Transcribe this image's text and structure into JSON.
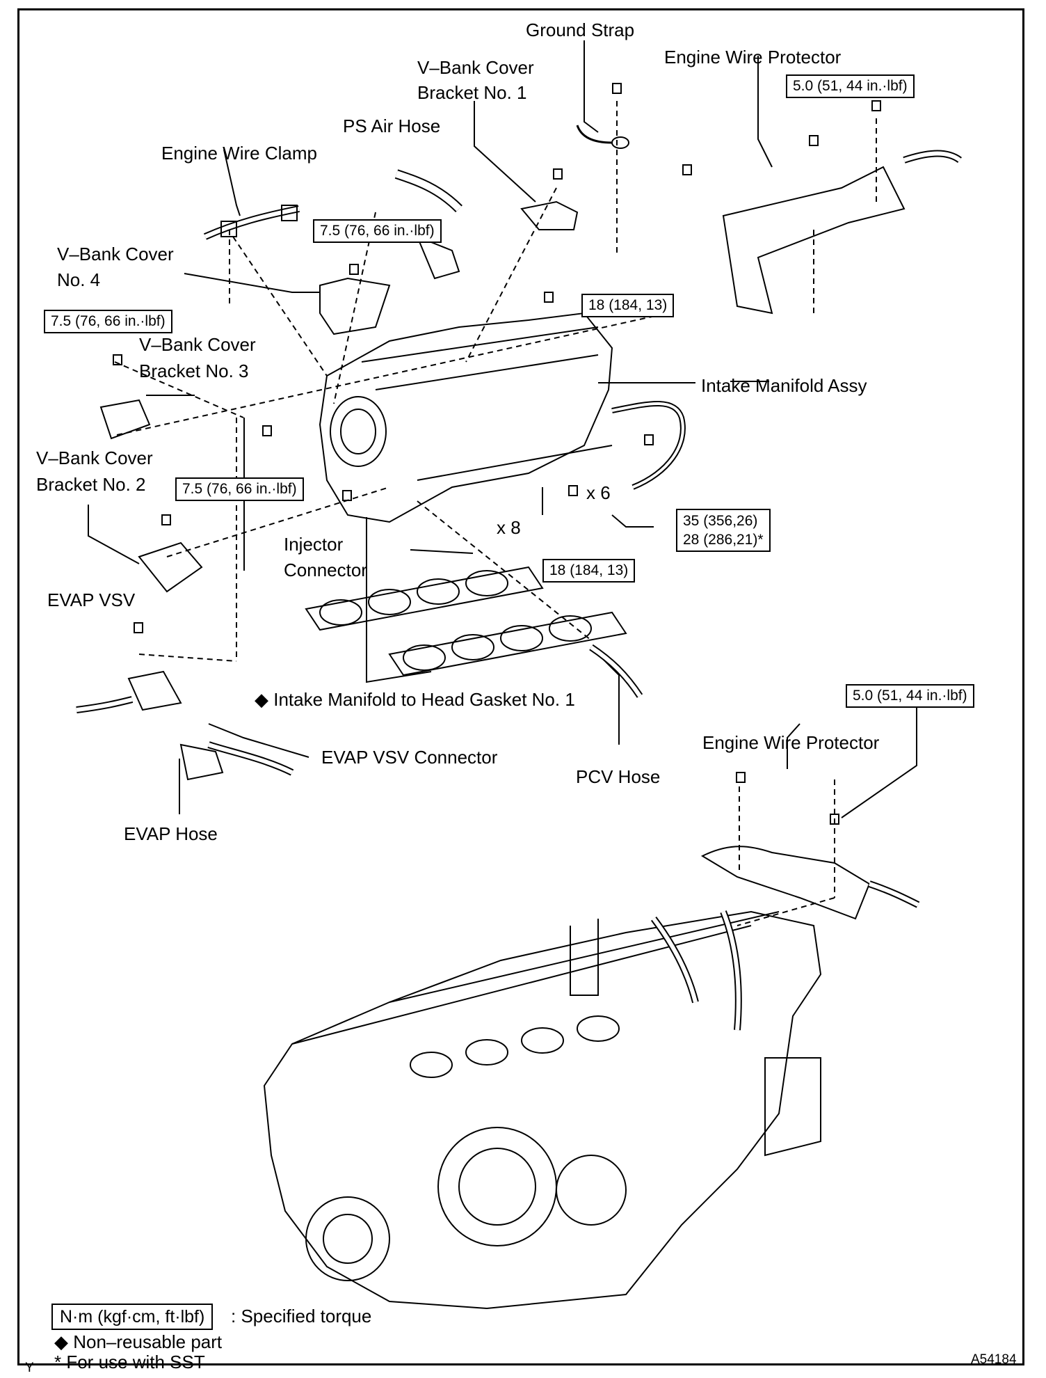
{
  "labels": {
    "ground_strap": "Ground Strap",
    "engine_wire_protector_top": "Engine Wire Protector",
    "vbank_bracket_1_line1": "V–Bank Cover",
    "vbank_bracket_1_line2": "Bracket No. 1",
    "ps_air_hose": "PS Air Hose",
    "engine_wire_clamp": "Engine Wire Clamp",
    "vbank_cover_4_line1": "V–Bank Cover",
    "vbank_cover_4_line2": "No. 4",
    "vbank_bracket_3_line1": "V–Bank Cover",
    "vbank_bracket_3_line2": "Bracket No. 3",
    "intake_manifold_assy": "Intake Manifold Assy",
    "vbank_bracket_2_line1": "V–Bank Cover",
    "vbank_bracket_2_line2": "Bracket No. 2",
    "x6": "x 6",
    "x8": "x 8",
    "injector_connector_line1": "Injector",
    "injector_connector_line2": "Connector",
    "evap_vsv": "EVAP VSV",
    "gasket": "◆ Intake Manifold to Head Gasket No. 1",
    "evap_vsv_connector": "EVAP VSV Connector",
    "pcv_hose": "PCV Hose",
    "evap_hose": "EVAP Hose",
    "engine_wire_protector_bottom": "Engine Wire Protector"
  },
  "torques": {
    "t_5_0_top": "5.0 (51, 44 in.·lbf)",
    "t_7_5_center": "7.5 (76, 66 in.·lbf)",
    "t_18_top": "18 (184, 13)",
    "t_7_5_left": "7.5 (76, 66 in.·lbf)",
    "t_7_5_bracket2": "7.5 (76, 66 in.·lbf)",
    "t_35_line1": "35 (356,26)",
    "t_35_line2": "28 (286,21)*",
    "t_18_bottom": "18 (184, 13)",
    "t_5_0_bottom": "5.0 (51, 44 in.·lbf)"
  },
  "legend": {
    "unit_box": "N·m (kgf·cm, ft·lbf)",
    "specified": ": Specified torque",
    "non_reusable": "◆ Non–reusable part",
    "sst": "* For use with SST"
  },
  "corner_left": "Y",
  "figure_code": "A54184"
}
